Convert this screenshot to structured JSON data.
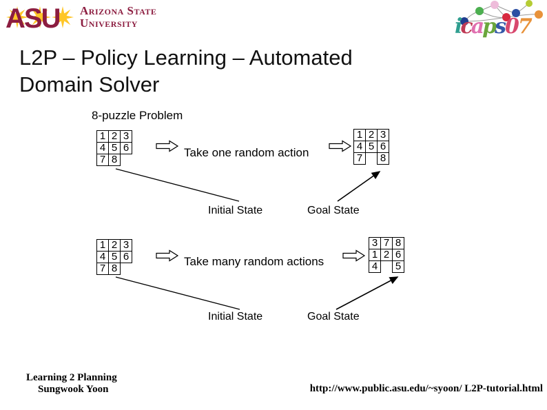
{
  "header": {
    "asu": {
      "acronym": "ASU",
      "line1": "Arizona State",
      "line2": "University"
    },
    "icaps": {
      "letters": [
        {
          "ch": "i",
          "color": "#2f9e8f"
        },
        {
          "ch": "c",
          "color": "#bf3a55"
        },
        {
          "ch": "a",
          "color": "#e070b0"
        },
        {
          "ch": "p",
          "color": "#6aa63c"
        },
        {
          "ch": "s",
          "color": "#3558a8"
        },
        {
          "ch": "0",
          "color": "#d8486e"
        },
        {
          "ch": "7",
          "color": "#e8923a"
        }
      ]
    }
  },
  "title": {
    "line1": "L2P – Policy Learning – Automated",
    "line2": "Domain Solver"
  },
  "diagram": {
    "heading": "8-puzzle Problem",
    "rows": [
      {
        "action": "Take one random action",
        "initial_label": "Initial State",
        "goal_label": "Goal State",
        "initial_grid": [
          [
            "1",
            "2",
            "3"
          ],
          [
            "4",
            "5",
            "6"
          ],
          [
            "7",
            "8",
            ""
          ]
        ],
        "goal_grid": [
          [
            "1",
            "2",
            "3"
          ],
          [
            "4",
            "5",
            "6"
          ],
          [
            "7",
            "",
            "8"
          ]
        ]
      },
      {
        "action": "Take many random actions",
        "initial_label": "Initial State",
        "goal_label": "Goal State",
        "initial_grid": [
          [
            "1",
            "2",
            "3"
          ],
          [
            "4",
            "5",
            "6"
          ],
          [
            "7",
            "8",
            ""
          ]
        ],
        "goal_grid": [
          [
            "3",
            "7",
            "8"
          ],
          [
            "1",
            "2",
            "6"
          ],
          [
            "4",
            "",
            "5"
          ]
        ]
      }
    ]
  },
  "footer": {
    "line1": "Learning 2 Planning",
    "line2": "Sungwook Yoon",
    "url": "http://www.public.asu.edu/~syoon/ L2P-tutorial.html"
  },
  "colors": {
    "asu_maroon": "#8C1D40",
    "asu_gold": "#FFC627"
  }
}
